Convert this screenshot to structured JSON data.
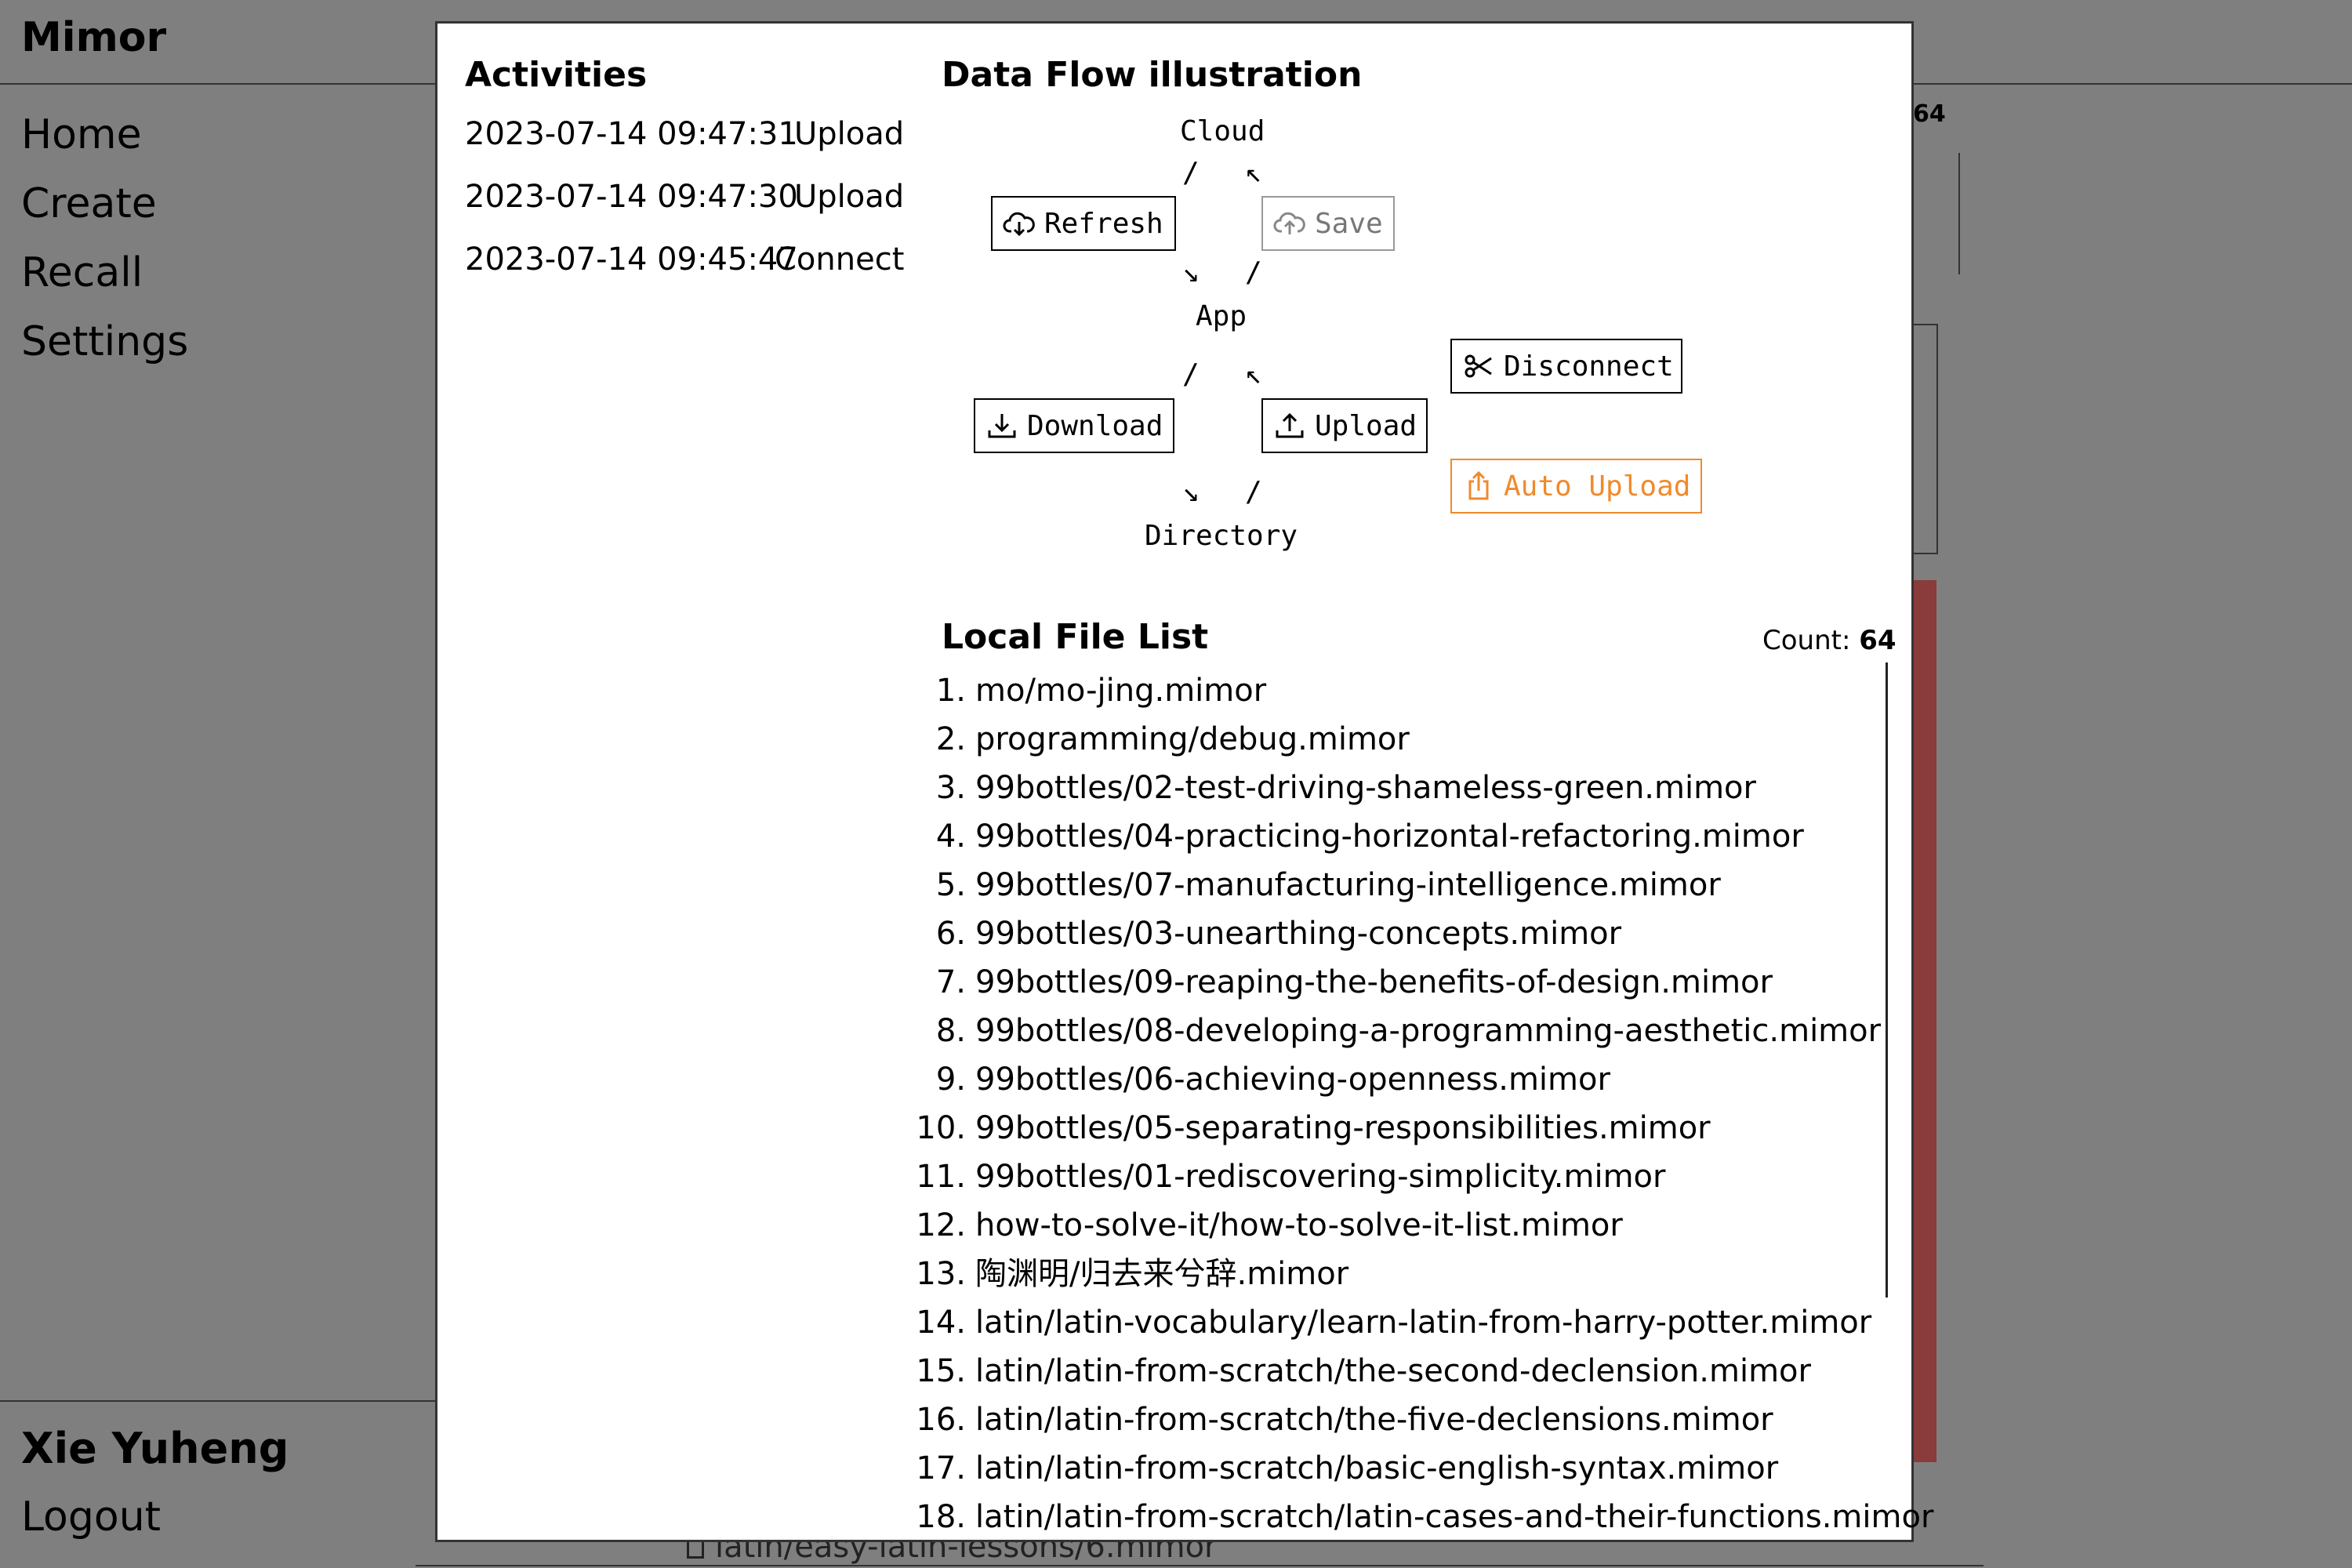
{
  "app": {
    "title": "Mimor",
    "nav": [
      "Home",
      "Create",
      "Recall",
      "Settings"
    ],
    "user": "Xie Yuheng",
    "logout": "Logout",
    "background_count": "64",
    "background_file": "latin/easy-latin-lessons/6.mimor"
  },
  "modal": {
    "activities_title": "Activities",
    "activities": [
      {
        "time": "2023-07-14 09:47:31",
        "type": "Upload"
      },
      {
        "time": "2023-07-14 09:47:30",
        "type": "Upload"
      },
      {
        "time": "2023-07-14 09:45:47",
        "type": "Connect"
      }
    ],
    "flow_title": "Data Flow illustration",
    "flow": {
      "cloud": "Cloud",
      "app": "App",
      "directory": "Directory",
      "slash": "/",
      "arrow_nw": "↖",
      "arrow_se": "↘",
      "refresh": "Refresh",
      "save": "Save",
      "download": "Download",
      "upload": "Upload",
      "disconnect": "Disconnect",
      "auto_upload": "Auto Upload"
    },
    "file_list_title": "Local File List",
    "count_label": "Count:",
    "count_value": "64",
    "files": [
      "mo/mo-jing.mimor",
      "programming/debug.mimor",
      "99bottles/02-test-driving-shameless-green.mimor",
      "99bottles/04-practicing-horizontal-refactoring.mimor",
      "99bottles/07-manufacturing-intelligence.mimor",
      "99bottles/03-unearthing-concepts.mimor",
      "99bottles/09-reaping-the-benefits-of-design.mimor",
      "99bottles/08-developing-a-programming-aesthetic.mimor",
      "99bottles/06-achieving-openness.mimor",
      "99bottles/05-separating-responsibilities.mimor",
      "99bottles/01-rediscovering-simplicity.mimor",
      "how-to-solve-it/how-to-solve-it-list.mimor",
      "陶渊明/归去来兮辞.mimor",
      "latin/latin-vocabulary/learn-latin-from-harry-potter.mimor",
      "latin/latin-from-scratch/the-second-declension.mimor",
      "latin/latin-from-scratch/the-five-declensions.mimor",
      "latin/latin-from-scratch/basic-english-syntax.mimor",
      "latin/latin-from-scratch/latin-cases-and-their-functions.mimor"
    ],
    "file_numbers": [
      "1.",
      "2.",
      "3.",
      "4.",
      "5.",
      "6.",
      "7.",
      "8.",
      "9.",
      "10.",
      "11.",
      "12.",
      "13.",
      "14.",
      "15.",
      "16.",
      "17.",
      "18."
    ]
  },
  "colors": {
    "overlay_bg": "#7f7f7f",
    "accent_orange": "#f08a2c",
    "disabled_gray": "#777777",
    "background_red_panel": "#8a3b3b"
  },
  "icons": {
    "refresh": "cloud-download-icon",
    "save": "cloud-upload-icon",
    "download": "download-icon",
    "upload": "upload-icon",
    "disconnect": "scissors-icon",
    "auto_upload": "share-upload-icon",
    "file": "document-icon"
  }
}
